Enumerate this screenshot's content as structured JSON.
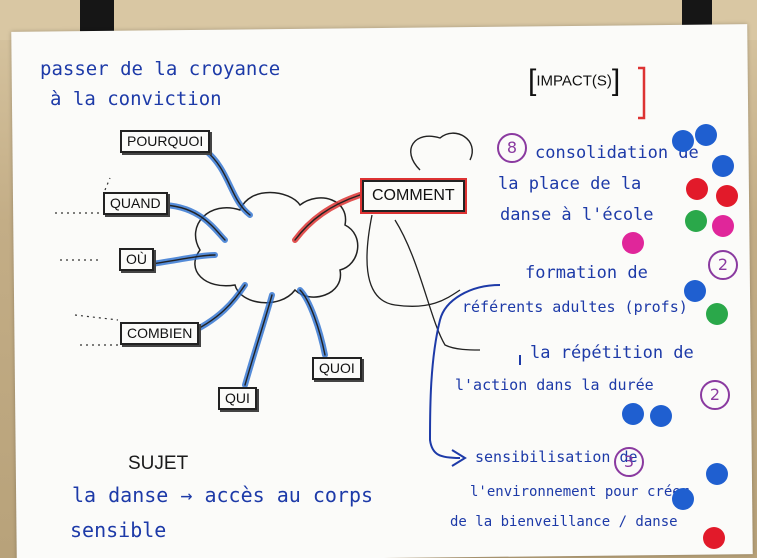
{
  "title_lines": [
    "passer de la croyance",
    "à la conviction"
  ],
  "boxes": {
    "pourquoi": "POURQUOI",
    "quand": "QUAND",
    "ou": "OÙ",
    "combien": "COMBIEN",
    "qui": "QUI",
    "quoi": "QUOI",
    "comment": "COMMENT"
  },
  "impact_header": "IMPACT(S)",
  "impacts": [
    {
      "number": "8",
      "lines": [
        "consolidation de",
        "la place de la",
        "danse à l'école"
      ]
    },
    {
      "number": "2",
      "lines": [
        "formation de",
        "référents adultes (profs)"
      ]
    },
    {
      "number": "2",
      "lines": [
        "la répétition de",
        "l'action dans la durée"
      ]
    },
    {
      "number": "3",
      "lines": [
        "sensibilisation de",
        "l'environnement pour créer",
        "de la bienveillance / danse"
      ]
    }
  ],
  "sujet_label": "SUJET",
  "sujet_lines": [
    "la danse → accès au corps",
    "sensible"
  ],
  "colors": {
    "ink_blue": "#1d3aa8",
    "marker_red": "#d33",
    "purple": "#8a3aa0",
    "dot_blue": "#1f5fd0",
    "dot_red": "#e21a2a",
    "dot_green": "#2aa84a",
    "dot_pink": "#e0269a"
  }
}
